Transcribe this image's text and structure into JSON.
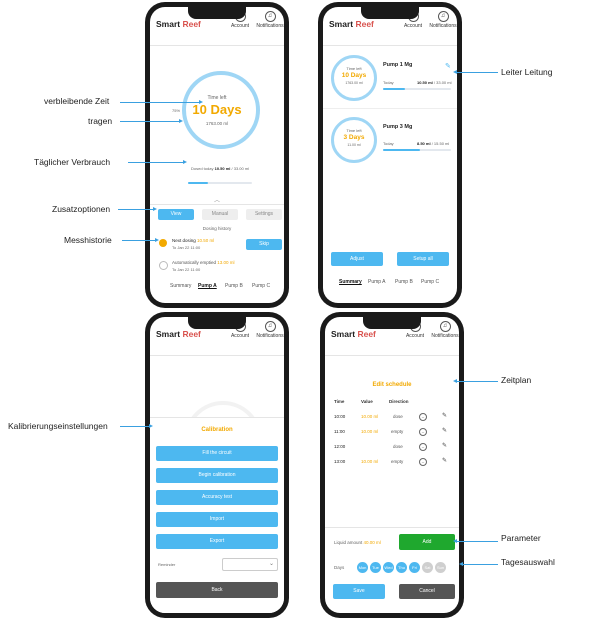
{
  "brand": {
    "name_a": "Smart",
    "name_b": "Reef"
  },
  "header": {
    "account": "Account",
    "notifications": "Notifications"
  },
  "annotations": {
    "remaining_time": "verbleibende Zeit",
    "carry": "tragen",
    "daily_consumption": "Täglicher Verbrauch",
    "extra_options": "Zusatzoptionen",
    "measure_history": "Messhistorie",
    "lead": "Leiter Leitung",
    "calibration_settings": "Kalibrierungseinstellungen",
    "schedule": "Zeitplan",
    "parameter": "Parameter",
    "day_selection": "Tagesauswahl"
  },
  "screen1": {
    "time_left_label": "Time left",
    "days": "10 Days",
    "amount": "1763.00 ml",
    "side_pct": "75%",
    "dosed_today_label": "Dosed today",
    "dosed_today_value": "10.50 ml",
    "dosed_today_total": "/ 33.00 ml",
    "dosed_progress": 0.32,
    "tabs": [
      "View",
      "Manual",
      "Settings"
    ],
    "history_title": "Dosing history",
    "next_dosing_label": "Next dosing",
    "next_dosing_value": "10.50 ml",
    "next_dosing_date": "To Jan 22 11:00",
    "skip": "Skip",
    "auto_emptied_label": "Automatically emptied",
    "auto_emptied_value": "13.00 ml",
    "auto_emptied_date": "To Jan 22 11:00",
    "bottom_tabs": [
      "Summary",
      "Pump A",
      "Pump B",
      "Pump C"
    ]
  },
  "screen2": {
    "pumps": [
      {
        "name": "Pump 1 Mg",
        "time_left": "Time left",
        "days": "10 Days",
        "amount": "1763.00 ml",
        "today": "Today",
        "today_value": "10.50 ml",
        "today_total": "/ 33.00 ml",
        "progress": 0.32
      },
      {
        "name": "Pump 3 Mg",
        "time_left": "Time left",
        "days": "3 Days",
        "amount": "11.00 ml",
        "today": "Today",
        "today_value": "8.50 ml",
        "today_total": "/ 15.50 ml",
        "progress": 0.55
      }
    ],
    "adjust": "Adjust",
    "setup_all": "Setup all",
    "bottom_tabs": [
      "Summary",
      "Pump A",
      "Pump B",
      "Pump C"
    ]
  },
  "screen3": {
    "title": "Calibration",
    "buttons": [
      "Fill the circuit",
      "Begin calibration",
      "Accuracy test",
      "Import",
      "Export"
    ],
    "reminder_label": "Reminder",
    "back": "Back"
  },
  "screen4": {
    "title": "Edit schedule",
    "columns": [
      "Time",
      "Value",
      "Direction"
    ],
    "rows": [
      {
        "time": "10:00",
        "value": "10.00 ml",
        "direction": "dose"
      },
      {
        "time": "11:00",
        "value": "10.00 ml",
        "direction": "empty"
      },
      {
        "time": "12:00",
        "value": "",
        "direction": "dose"
      },
      {
        "time": "13:00",
        "value": "10.00 ml",
        "direction": "empty"
      }
    ],
    "liquid_label": "Liquid amount",
    "liquid_value": "40.00 ml",
    "add": "Add",
    "days_label": "Days",
    "days": [
      "Mon",
      "Tue",
      "Wed",
      "Thu",
      "Fri",
      "Sat",
      "Sun"
    ],
    "save": "Save",
    "cancel": "Cancel"
  },
  "colors": {
    "accent": "#4db8f0",
    "orange": "#f2a900",
    "green": "#1fa82e",
    "dark_button": "#555555",
    "brand_red": "#d9534f"
  }
}
